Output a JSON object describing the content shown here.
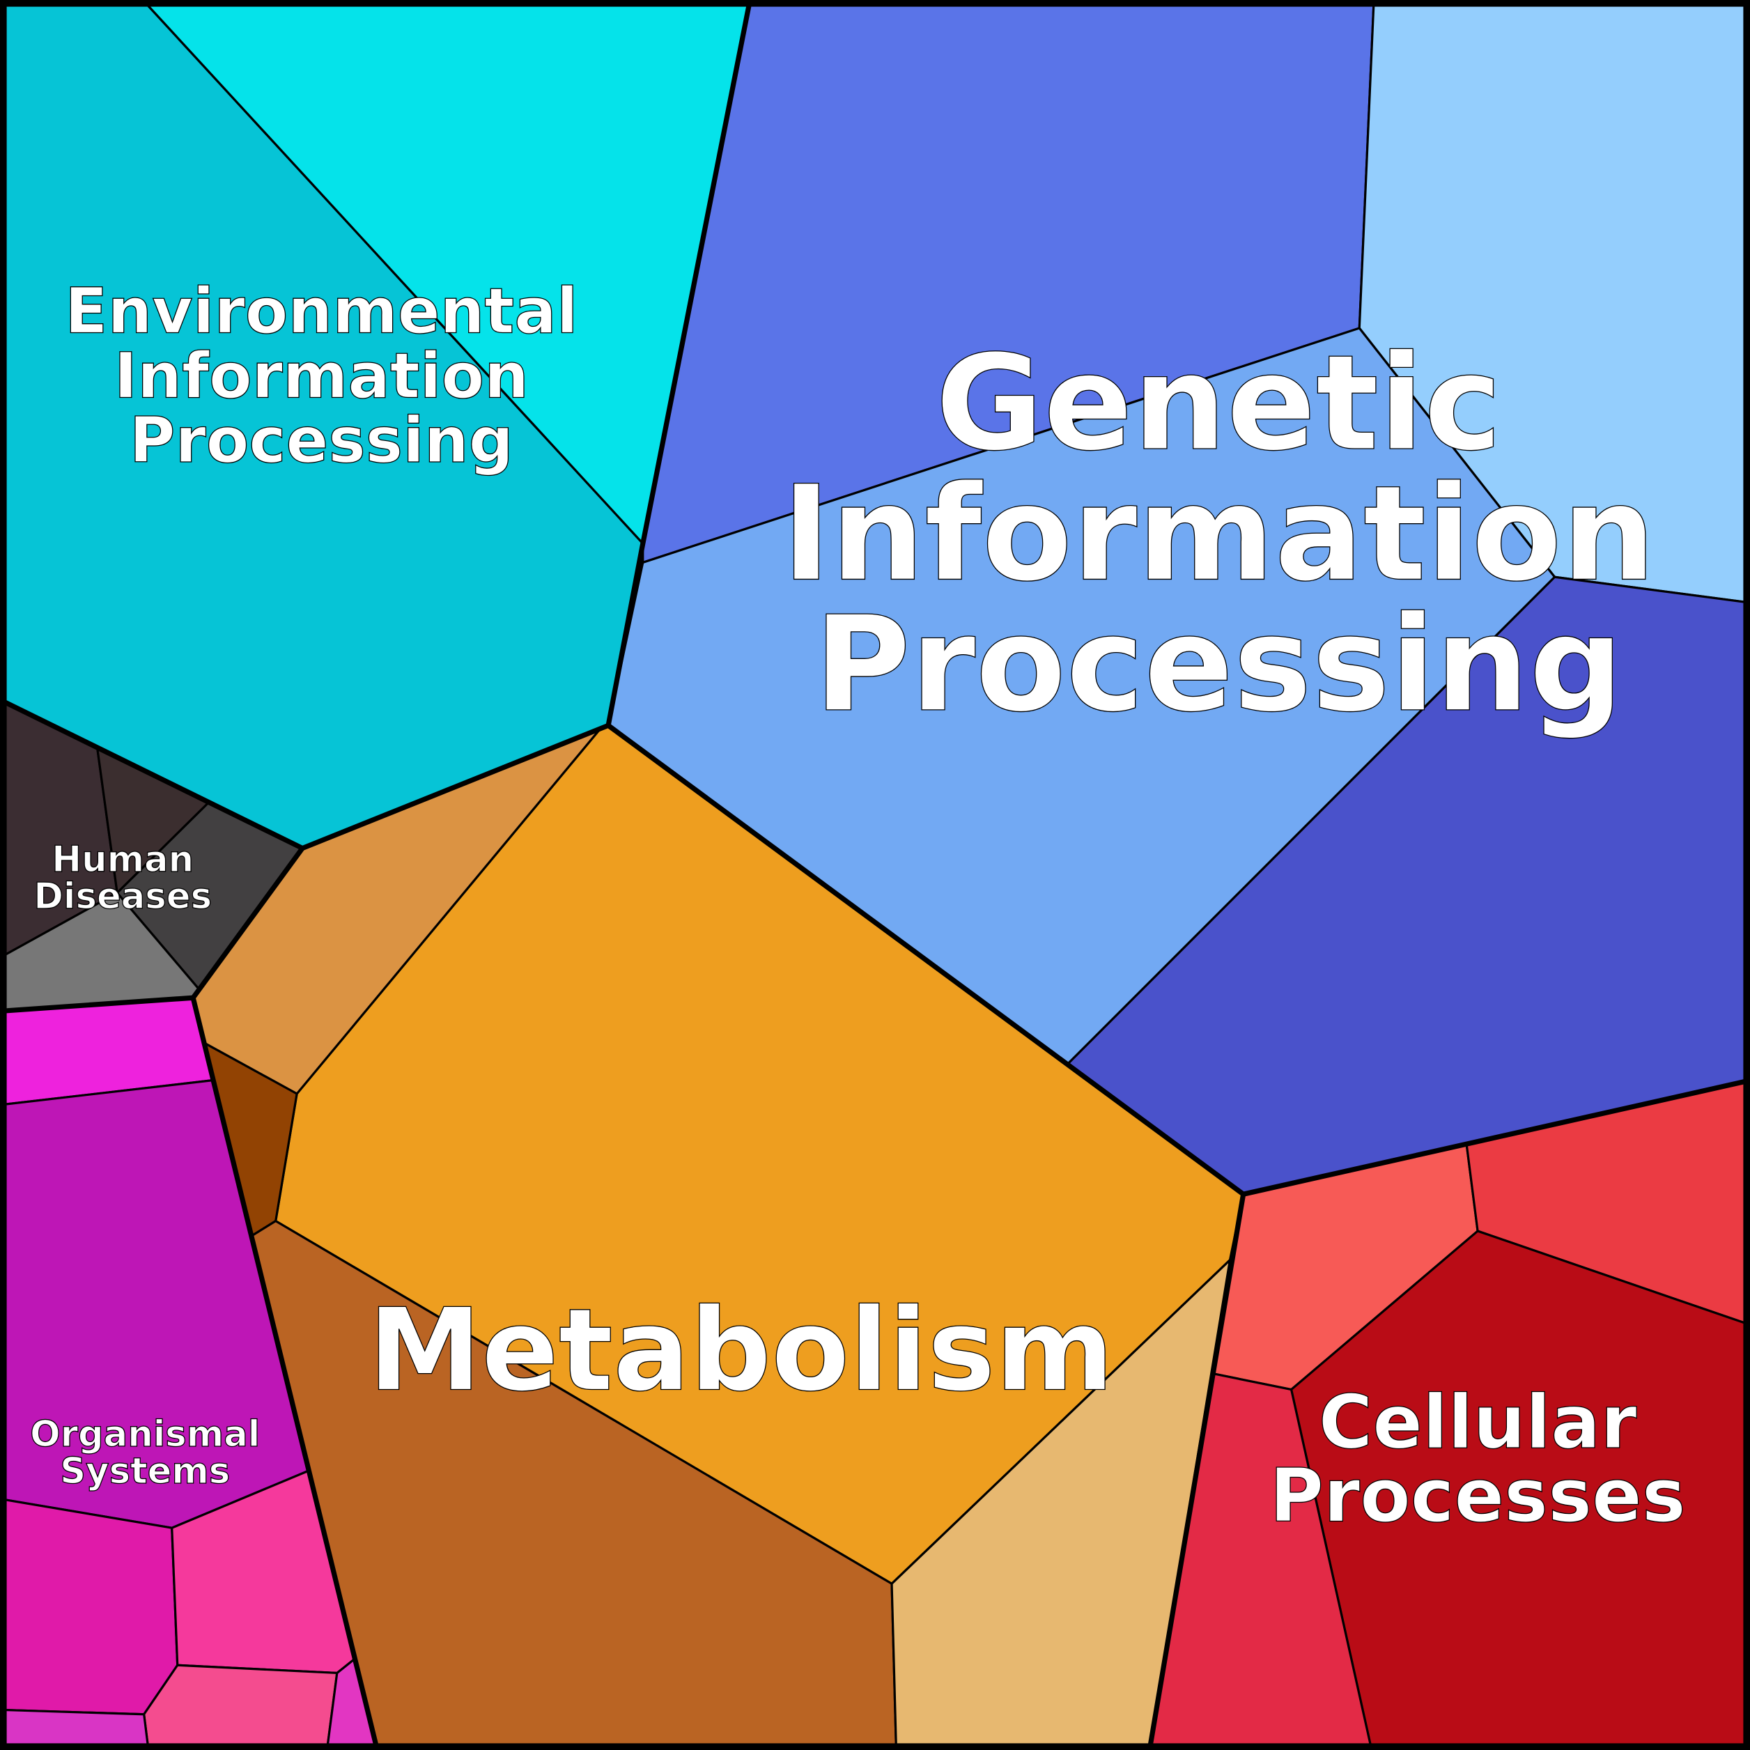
{
  "title": "Pathway category Voronoi treemap",
  "groups": [
    {
      "label_lines": [
        "Environmental",
        "Information",
        "Processing"
      ],
      "colors": [
        "#06C4D6",
        "#05E3EA"
      ]
    },
    {
      "label_lines": [
        "Genetic",
        "Information",
        "Processing"
      ],
      "colors": [
        "#5A74E8",
        "#94CEFD",
        "#72A9F3",
        "#4A52CB"
      ]
    },
    {
      "label_lines": [
        "Metabolism"
      ],
      "colors": [
        "#EE9E1F",
        "#DB9343",
        "#924303",
        "#BA6423",
        "#E7B870"
      ]
    },
    {
      "label_lines": [
        "Cellular",
        "Processes"
      ],
      "colors": [
        "#F75A56",
        "#EB3B43",
        "#B90C16",
        "#E32A46"
      ]
    },
    {
      "label_lines": [
        "Human",
        "Diseases"
      ],
      "colors": [
        "#3B2D32",
        "#3B2E2F",
        "#424041",
        "#777777"
      ]
    },
    {
      "label_lines": [
        "Organismal",
        "Systems"
      ],
      "colors": [
        "#EE22DD",
        "#BE16B6",
        "#E01AA9",
        "#F5399C",
        "#F44C8F",
        "#E236C2",
        "#D935C5"
      ]
    }
  ]
}
